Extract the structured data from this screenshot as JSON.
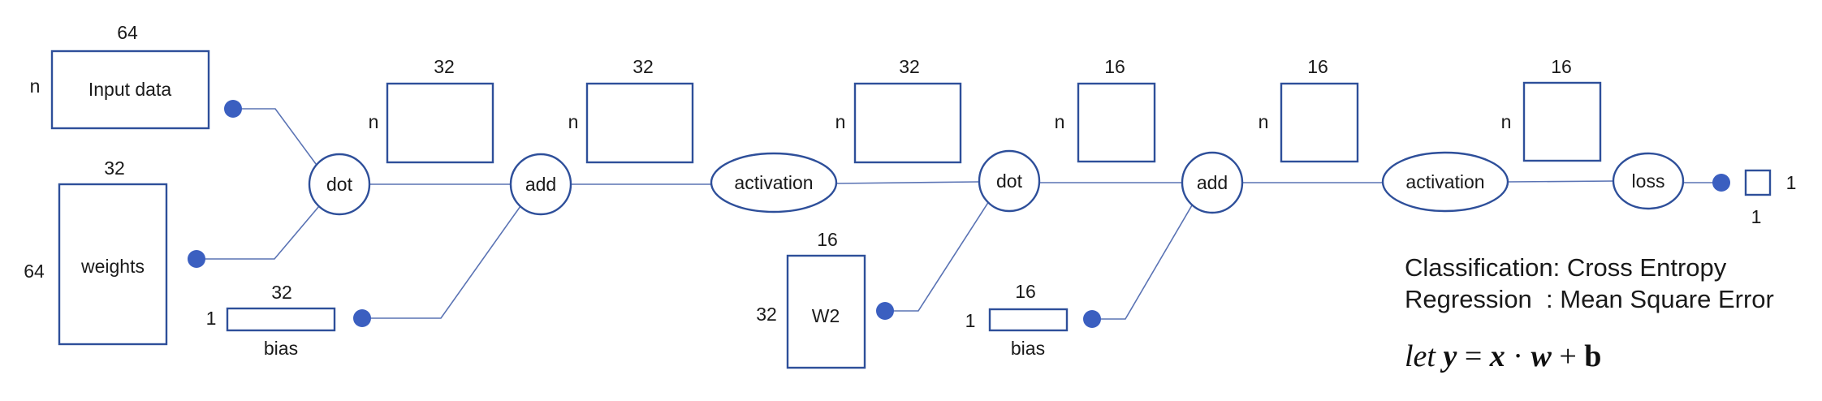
{
  "colors": {
    "stroke": "#2e4f9a",
    "wire": "#5a73b4",
    "port": "#3b5fc0"
  },
  "boxes": {
    "input": {
      "name": "Input data",
      "rows": "n",
      "cols": "64"
    },
    "weights": {
      "name": "weights",
      "rows": "64",
      "cols": "32"
    },
    "bias1": {
      "name": "bias",
      "rows": "1",
      "cols": "32"
    },
    "dot1_out": {
      "rows": "n",
      "cols": "32"
    },
    "add1_out": {
      "rows": "n",
      "cols": "32"
    },
    "act1_out": {
      "rows": "n",
      "cols": "32"
    },
    "w2": {
      "name": "W2",
      "rows": "32",
      "cols": "16"
    },
    "dot2_out": {
      "rows": "n",
      "cols": "16"
    },
    "bias2": {
      "name": "bias",
      "rows": "1",
      "cols": "16"
    },
    "add2_out": {
      "rows": "n",
      "cols": "16"
    },
    "act2_out": {
      "rows": "n",
      "cols": "16"
    },
    "loss_out": {
      "rows": "1",
      "cols": "1"
    }
  },
  "ops": {
    "dot1": "dot",
    "add1": "add",
    "act1": "activation",
    "dot2": "dot",
    "add2": "add",
    "act2": "activation",
    "loss": "loss"
  },
  "legend": {
    "classification": "Classification: Cross Entropy",
    "regression": "Regression  : Mean Square Error"
  },
  "formula": {
    "let": "let",
    "y": "y",
    "eq": " = ",
    "x": "x",
    "dot": " · ",
    "w": "w",
    "plus": " + ",
    "b": "b"
  }
}
